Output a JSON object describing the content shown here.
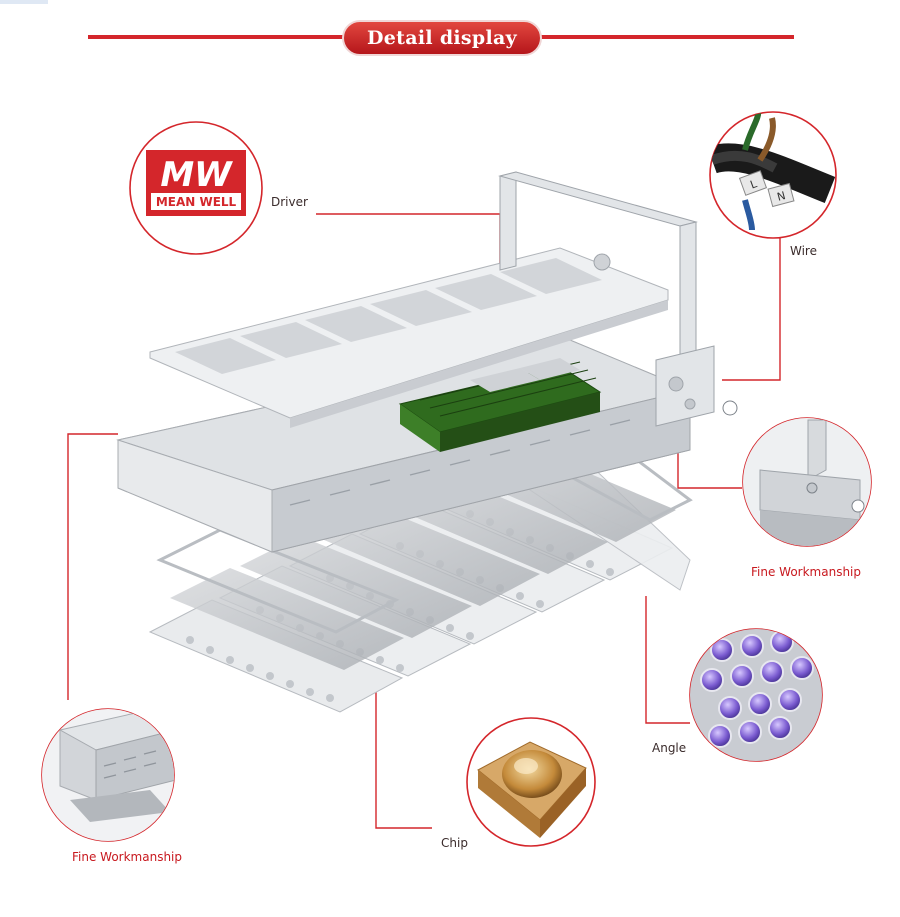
{
  "header": {
    "title": "Detail display"
  },
  "logo": {
    "mark": "MW",
    "brand": "MEAN WELL"
  },
  "callouts": {
    "driver": "Driver",
    "wire": "Wire",
    "fine_workmanship_right": "Fine Workmanship",
    "angle": "Angle",
    "chip": "Chip",
    "fine_workmanship_left": "Fine Workmanship"
  },
  "wire_tags": {
    "l": "L",
    "n": "N"
  },
  "colors": {
    "accent_red": "#d4262b",
    "pcb_green": "#2f6b1e",
    "aluminum": "#e4e6e8",
    "lens_purple": "#7a5bd0",
    "chip_gold": "#c48a3a"
  }
}
